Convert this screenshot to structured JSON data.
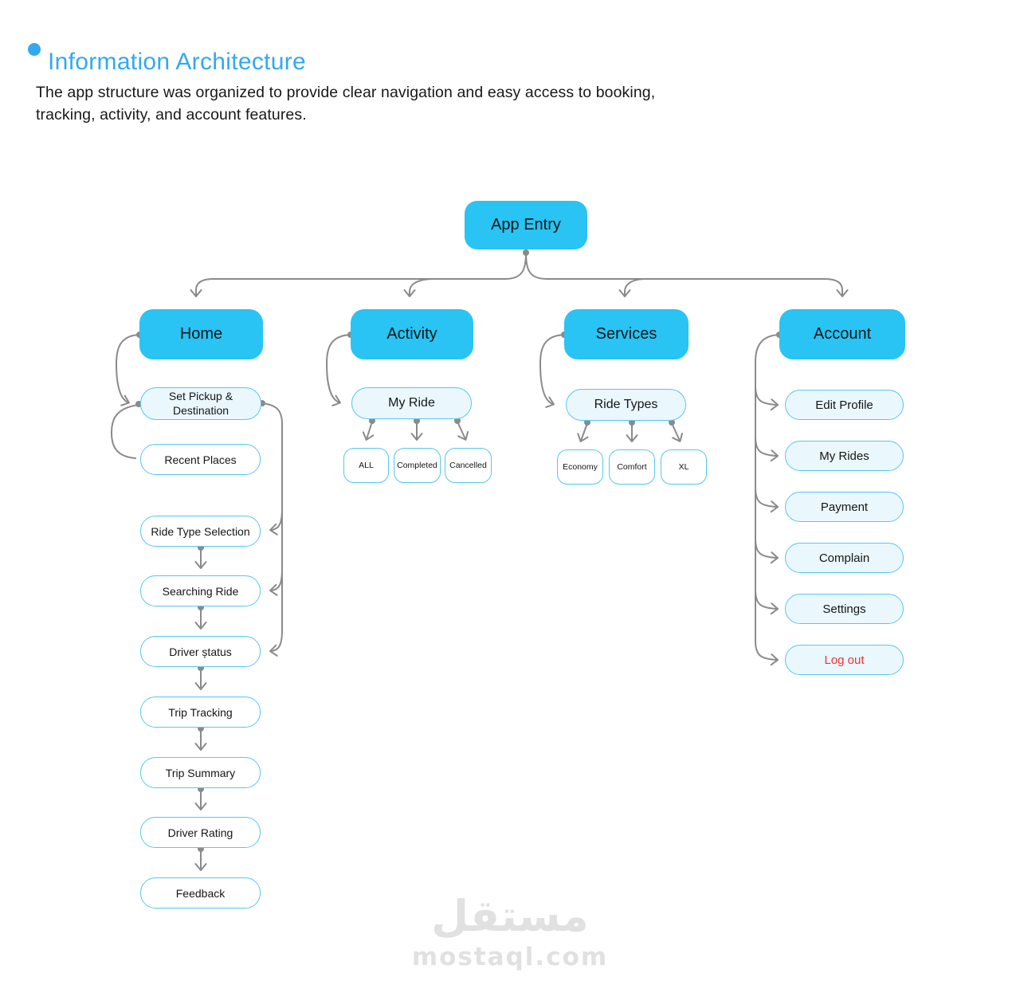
{
  "header": {
    "title": "Information Architecture",
    "subtitle_line1": "The app structure was organized to provide clear navigation and easy access to booking,",
    "subtitle_line2": "tracking, activity, and account features."
  },
  "nodes": {
    "app_entry": "App Entry",
    "home": "Home",
    "activity": "Activity",
    "services": "Services",
    "account": "Account",
    "set_pickup_line1": "Set Pickup &",
    "set_pickup_line2": "Destination",
    "recent_places": "Recent Places",
    "ride_type_selection": "Ride Type Selection",
    "searching_ride": "Searching Ride",
    "driver_status": "Driver ștatus",
    "trip_tracking": "Trip Tracking",
    "trip_summary": "Trip Summary",
    "driver_rating": "Driver Rating",
    "feedback": "Feedback",
    "my_ride": "My Ride",
    "all": "ALL",
    "completed": "Completed",
    "cancelled": "Cancelled",
    "ride_types": "Ride Types",
    "economy": "Economy",
    "comfort": "Comfort",
    "xl": "XL",
    "edit_profile": "Edit Profile",
    "my_rides": "My Rides",
    "payment": "Payment",
    "complain": "Complain",
    "settings": "Settings",
    "log_out": "Log out"
  },
  "colors": {
    "accent_blue": "#33A9F0",
    "node_blue": "#29C3F4",
    "node_light_fill": "#EAF7FD",
    "node_border": "#55C8F1",
    "connector_gray": "#8A8A8A",
    "logout_red": "#F43030",
    "watermark_gray": "#E1E1E1"
  },
  "watermark": {
    "arabic": "مستقل",
    "domain": "mostaql.com"
  }
}
